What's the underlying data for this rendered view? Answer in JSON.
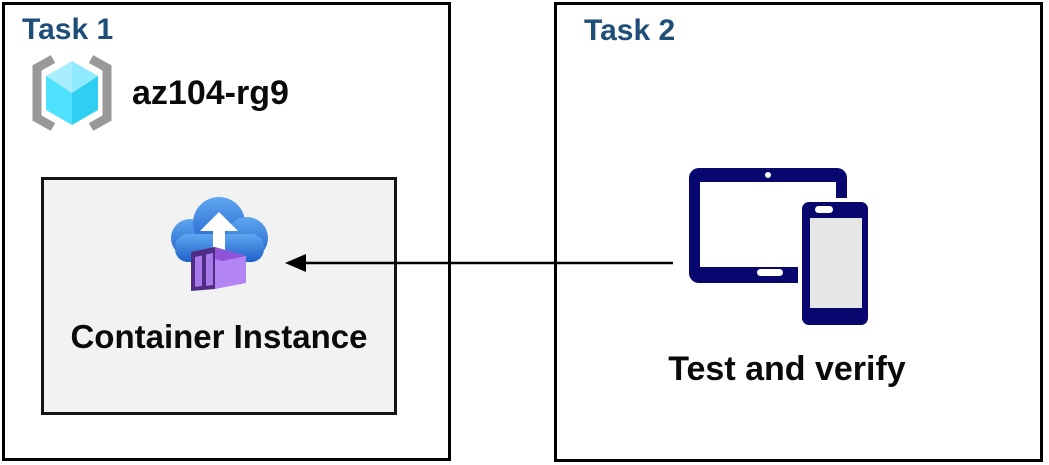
{
  "task1": {
    "title": "Task 1",
    "resource_group": {
      "name": "az104-rg9",
      "icon": "resource-group-icon"
    },
    "container_card": {
      "label": "Container Instance",
      "icon": "container-instance-icon"
    }
  },
  "task2": {
    "title": "Task 2",
    "label": "Test and verify",
    "icon": "devices-tablet-phone-icon"
  },
  "connector": {
    "type": "arrow",
    "points_from": "Task 2 devices",
    "points_to": "Container Instance"
  },
  "colors": {
    "title_blue": "#1F4E79",
    "text_black": "#0A0A0A",
    "outer_box_border": "#000000",
    "card_background": "#F2F2F2",
    "card_border": "#141414",
    "device_navy": "#07076E",
    "device_screen_gray": "#E6E6E6",
    "cloud_blue_top": "#5EA7F0",
    "cloud_blue_bottom": "#1F5FC8",
    "container_front_purple": "#4E2B85",
    "container_side_purple": "#B384F4",
    "container_top_purple": "#8E53D6",
    "container_panel_purple": "#A678E8",
    "cube_top_left": "#A9EEFF",
    "cube_top_right": "#8FE9FF",
    "cube_left": "#4EE2FF",
    "cube_right": "#2ECFF0",
    "bracket_gray": "#999999",
    "arrow_black": "#000000"
  }
}
